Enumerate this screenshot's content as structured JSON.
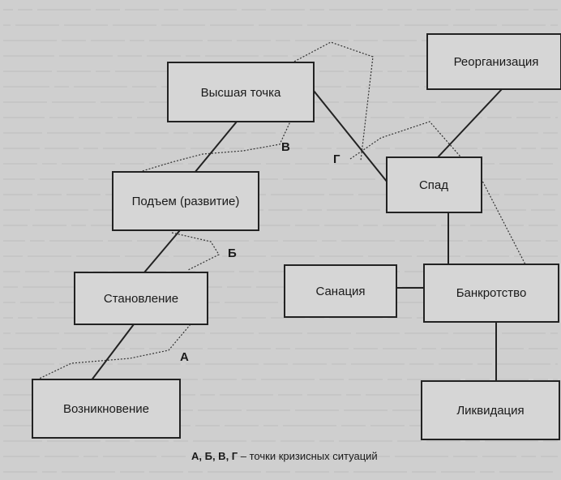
{
  "boxes": {
    "peak": "Высшая точка",
    "growth": "Подъем (развитие)",
    "formation": "Становление",
    "origin": "Возникновение",
    "reorganization": "Реорганизация",
    "decline": "Спад",
    "sanation": "Санация",
    "bankruptcy": "Банкротство",
    "liquidation": "Ликвидация"
  },
  "crisis_points": {
    "a": "А",
    "b": "Б",
    "v": "В",
    "g": "Г"
  },
  "caption": {
    "letters": "А, Б, В, Г",
    "text": " – точки кризисных ситуаций"
  }
}
